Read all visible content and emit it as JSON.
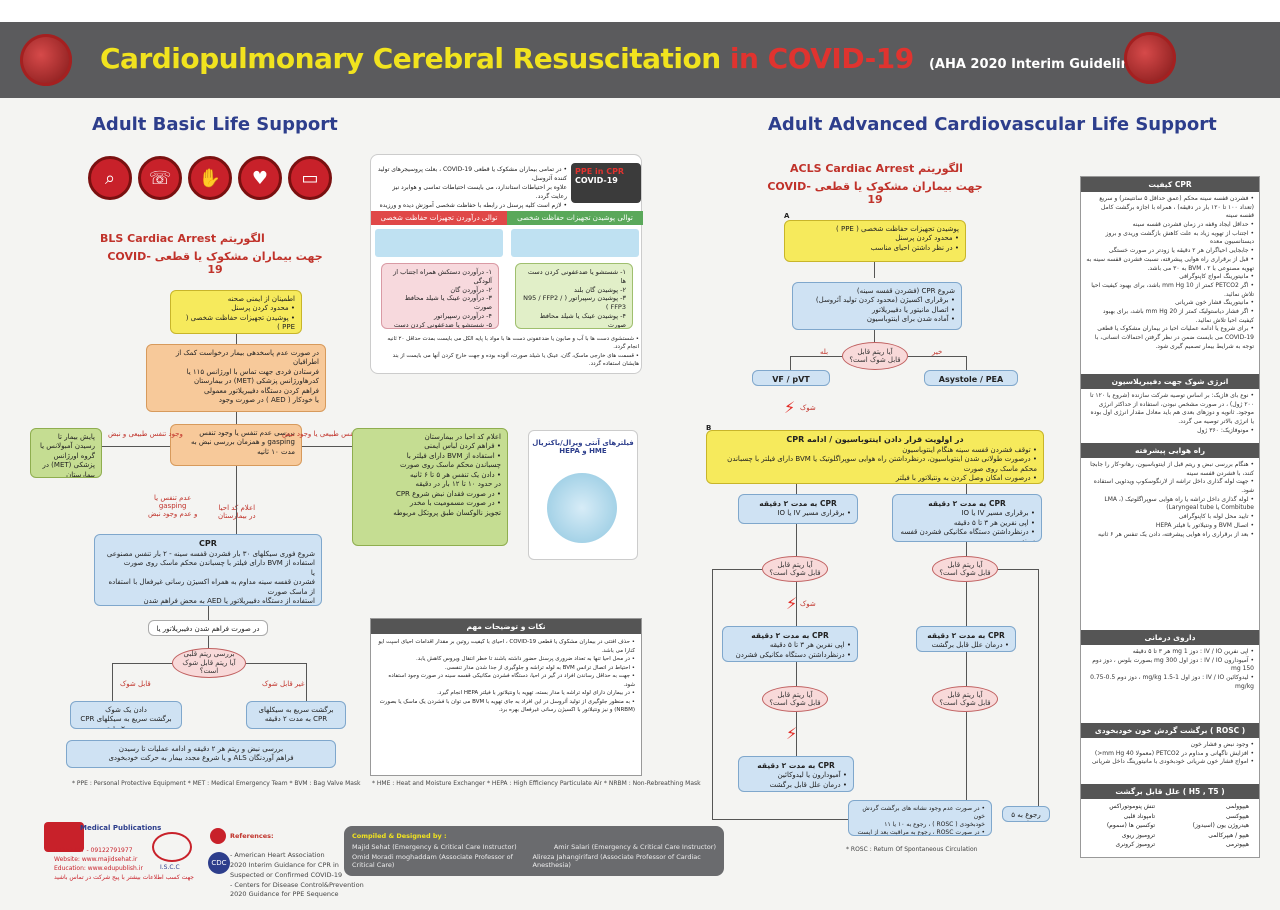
{
  "header": {
    "title_main": "Cardiopulmonary Cerebral Resuscitation",
    "title_in": "in COVID-19",
    "title_sub": "(AHA 2020 Interim Guidelines)"
  },
  "left": {
    "section_title": "Adult Basic Life Support",
    "algo_title_en": "BLS Cardiac Arrest",
    "algo_title_fa": "الگوریتم",
    "algo_sub_fa": "جهت بیماران مشکوک یا قطعی COVID-19",
    "box_safety": "اطمینان از ایمنی صحنه\n• محدود کردن پرسنل\n• پوشیدن تجهیزات حفاظت شخصی ( PPE )",
    "box_unresponsive": "در صورت عدم پاسخدهی بیمار درخواست کمک از اطرافیان\nفرستادن فردی جهت تماس با اورژانس ۱۱۵ یا کدرهاورژانس پزشکی (MET) در بیمارستان\nفراهم کردن دستگاه دفیبریلاتور معمولی\nیا خودکار ( AED ) در صورت وجود",
    "box_check": "بررسی عدم تنفس یا وجود تنفس gasping و همزمان بررسی نبض به مدت ۱۰ ثانیه",
    "box_left_normal": "پایش بیمار تا رسیدن آمبولانس یا گروه اورژانس پزشکی (MET) در بیمارستان",
    "label_normal": "وجود تنفس طبیعی و نبض",
    "label_no_normal": "عدم تنفس طبیعی یا وجود نبض",
    "box_right_pulse": "اعلام کد احیا در بیمارستان\n• فراهم کردن لباس ایمنی\n• استفاده از BVM دارای فیلتر با\nچسباندن محکم ماسک روی صورت\n• دادن یک تنفس هر ۵ تا ۶ ثانیه\nدر حدود ۱۰ تا ۱۲ بار در دقیقه\n• در صورت فقدان نبض شروع CPR\n• در صورت مسمومیت با مخدر\nتجویز نالوکسان طبق پروتکل مربوطه",
    "label_no_breath": "عدم تنفس یا\ngasping\nو عدم وجود نبض",
    "label_code": "اعلام کد احیا\nدر بیمارستان",
    "box_cpr_title": "CPR",
    "box_cpr": "شروع فوری سیکلهای ۳۰ بار فشردن قفسه سینه - ۲ بار تنفس مصنوعی\nاستفاده از BVM دارای فیلتر با چسباندن محکم ماسک روی صورت\nیا\nفشردن قفسه سینه مداوم به همراه اکسیژن رسانی غیرفعال با استفاده از ماسک صورت\nاستفاده از دستگاه دفیبریلاتور یا AED به محض فراهم شدن",
    "box_aed": "در صورت فراهم شدن دفیبریلاتور یا AED",
    "dd_rhythm": "بررسی ریتم قلبی\nآیا ریتم قابل شوک است؟",
    "label_shockable": "قابل شوک",
    "label_non_shockable": "غیر قابل شوک",
    "box_shock": "دادن یک شوک\nبرگشت سریع به سیکلهای CPR به مدت ۲ دقیقه",
    "box_noshock": "برگشت سریع به سیکلهای\nCPR به مدت ۲ دقیقه",
    "box_final": "بررسی نبض و ریتم هر ۲ دقیقه و ادامه عملیات تا رسیدن\nفراهم آوردنگان ALS و یا شروع مجدد بیمار به حرکت خودبخودی",
    "ppe_card_title": "PPE in CPR",
    "ppe_card_sub": "COVID-19",
    "ppe_notes": "• در تمامی بیماران مشکوک یا قطعی COVID-19 ، بعلت پروسیجرهای تولید کننده آئروسل،\nعلاوه بر احتیاطات استاندارد، می بایست احتیاطات تماسی و هوابرد نیز رعایت گردد.\n• لازم است کلیه پرسنل در رابطه با حفاظت شخصی آموزش دیده و ورزیده باشند.",
    "doff_title": "توالی درآوردن تجهیزات حفاظت شخصی",
    "don_title": "توالی پوشیدن تجهیزات حفاظت شخصی",
    "doff_list": "۱- درآوردن دستکش همراه اجتناب از آلودگی\n۲- درآوردن گان\n۳- درآوردن عینک یا شیلد محافظ صورت\n۴- درآوردن رسپیراتور\n۵- شستشو یا ضدعفونی کردن دست ها",
    "don_list": "۱- شستشو یا ضدعفونی کردن دست ها\n۲- پوشیدن گان بلند\n۳- پوشیدن رسپیراتور ( N95 / FFP2 / FFP3 )\n۴- پوشیدن عینک یا شیلد محافظ صورت\n۵- پوشیدن دستکش تا روی مچ گان",
    "ppe_footnote": "• شستشوی دست ها با آب و صابون یا ضدعفونی دست ها با مواد با پایه الکل می بایست بمدت حداقل ۲۰ ثانیه انجام گردد.\n• قسمت های خارجی ماسک، گان، عینک یا شیلد صورت، آلوده بوده و جهت خارج کردن آنها می بایست از بند هایشان استفاده گردد.",
    "filter_title": "فیلترهای آنتی ویرال/باکتریال",
    "filter_sub": "HEPA و HME",
    "notes_title": "نکات و توضیحات مهم",
    "notes": "• حذف افتتی در بیماران مشکوک یا قطعی COVID-19 ، احیای با کیفیت روتین بر مقدار اقدامات احیای اسپت ایو کنارا می باشد.\n• در محل احیا تنها به تعداد ضروری پرسنل حضور داشته باشند تا خطر انتقال ویروس کاهش یابد.\n• احتیاط در اتصال ترانس BVM به لوله تراشه و جلوگیری از جدا شدن مدار تنفسی.\n• جهت به حداقل رساندن افراد در گیر در احیا، دستگاه فشردن مکانیکی قفسه سینه در صورت وجود استفاده شود.\n• در بیماران دارای لوله تراشه یا مدار بسته، تهویه با ونتیلاتور با فیلتر HEPA انجام گیرد.\n• به منظور جلوگیری از تولید آئروسل در این افراد به جای تهویه با BVM می توان با فشردن یک ماسک یا بصورت (NRBM) و نیز ونتیلاتور با اکسیژن رسانی غیرفعال بهره برد.",
    "legend": "* PPE : Personal Protective Equipment      * MET : Medical Emergency Team      * BVM : Bag Valve Mask",
    "legend2": "* HME : Heat and Moisture Exchanger      * HEPA : High Efficiency Particulate Air      * NRBM : Non-Rebreathing Mask"
  },
  "right": {
    "section_title": "Adult Advanced Cardiovascular Life Support",
    "algo_title_en": "ACLS Cardiac Arrest",
    "algo_title_fa": "الگوریتم",
    "algo_sub_fa": "جهت بیماران مشکوک یا قطعی COVID-19",
    "step_a": "A",
    "box_ppe": "پوشیدن تجهیزات حفاظت شخصی ( PPE )\n• محدود کردن پرسنل\n• در نظر داشتن احیای مناسب",
    "box_start_cpr": "شروع CPR (فشردن قفسه سینه)\n• برقراری اکسیژن (محدود کردن تولید آئروسل)\n• اتصال مانیتور یا دفیبریلاتور\n• آماده شدن برای اینتوباسیون",
    "dd_shockable": "آیا ریتم قابل\nقابل شوک است؟",
    "label_yes": "بله",
    "label_no": "خیر",
    "vf": "VF / pVT",
    "asystole": "Asystole / PEA",
    "shock_label": "شوک",
    "step_b": "B",
    "box_cpr_b_title": "در اولویت قرار دادن اینتوباسیون / ادامه CPR",
    "box_cpr_b": "• توقف فشردن قفسه سینه هنگام اینتوباسیون\n• درصورت طولانی شدن اینتوباسیون، درنظرداشتن راه هوایی سوپراگلوتیک یا BVM دارای فیلتر با چسباندن محکم ماسک روی صورت\n• درصورت امکان وصل کردن به ونتیلاتور با فیلتر",
    "box_cpr2_title": "CPR به مدت ۲ دقیقه",
    "box_cpr2": "• برقراری مسیر IV یا IO",
    "box_cpr10_title": "CPR به مدت ۲ دقیقه",
    "box_cpr10": "• برقراری مسیر IV یا IO\n• اپی نفرین هر ۳ تا ۵ دقیقه\n• درنظرداشتن دستگاه مکانیکی فشردن قفسه سینه",
    "box_cpr6_title": "CPR به مدت ۲ دقیقه",
    "box_cpr6": "• اپی نفرین هر ۳ تا ۵ دقیقه\n• درنظرداشتن دستگاه مکانیکی فشردن قفسه سینه",
    "box_cpr11_title": "CPR به مدت ۲ دقیقه",
    "box_cpr11": "• درمان علل قابل برگشت",
    "box_cpr8_title": "CPR به مدت ۲ دقیقه",
    "box_cpr8": "• آمیودارون یا لیدوکائین\n• درمان علل قابل برگشت",
    "box_12": "• در صورت عدم وجود نشانه های برگشت گردش خون\nخودبخودی ( ROSC ) ، رجوع به ۱۰ یا ۱۱\n• در صورت ROSC ، رجوع به مراقبت بعد از ایست قلبی",
    "box_return": "رجوع به ۵ یا ۷",
    "rosc_note": "* ROSC : Return Of Spontaneous Circulation"
  },
  "sidepanel": {
    "h1": "کیفیت CPR",
    "b1": "• فشردن قفسه سینه محکم (عمق حداقل ۵ سانتیمتر) و سریع (تعداد ۱۰۰ تا ۱۲۰ بار در دقیقه) ، همراه با اجازه برگشت کامل قفسه سینه\n• حداقل ایجاد وقفه در زمان فشردن قفسه سینه\n• اجتناب از تهویه زیاد به علت کاهش بازگشت وریدی و بروز دیستانسیون معده\n• جابجایی احیاگران هر ۲ دقیقه یا زودتر در صورت خستگی\n• قبل از برقراری راه هوایی پیشرفته، نسبت فشردن قفسه سینه به تهویه مصنوعی با BVM ، ۲ به ۳۰ می باشد.\n• مانیتورینگ امواج کاپنوگرافی\n• اگر PETCO2 کمتر از 10 mm Hg باشد، برای بهبود کیفیت احیا تلاش نمائید.\n• مانیتورینگ فشار خون شریانی\n• اگر فشار دیاستولیک کمتر از 20 mm Hg باشد، برای بهبود کیفیت احیا تلاش نمائید.\n• برای شروع یا ادامه عملیات احیا در بیماران مشکوک یا قطعی COVID-19 می بایست ضمن در نظر گرفتن احتمالات انسانی، با توجه به شرایط بیمار تصمیم گیری شود.",
    "h2": "انرژی شوک جهت دفیبریلاسیون",
    "b2": "• نوع بای فازیک: بر اساس توصیه شرکت سازنده (شروع با ۱۲۰ تا ۲۰۰ ژول) ، در صورت مشخص نبودن، استفاده از حداکثر انرژی موجود. ثانویه و دوزهای بعدی هم باید معادل مقدار انرژی اول بوده یا انرژی بالاتر توصیه می گردد.\n• مونوفازیک: ۳۶۰ ژول",
    "h3": "راه هوایی پیشرفته",
    "b3": "• هنگام بررسی نبض و ریتم قبل از اینتوباسیون، رهانو-کار را جابجا کنند، با فشردن قفسه سینه\n• جهت لوله گذاری داخل تراشه از لارنگوسکوپ ویدئویی استفاده شود.\n• لوله گذاری داخل تراشه یا راه هوایی سوپراگلوتیک (LMA ، Combitube یا Laryngeal tube)\n• تایید محل لوله با کاپنوگرافی\n• اتصال BVM و ونتیلاتور با فیلتر HEPA\n• بعد از برقراری راه هوایی پیشرفته، دادن یک تنفس هر ۶ ثانیه",
    "h4": "داروی درمانی",
    "b4": "• اپی نفرین IV / IO : دوز 1 mg هر ۳ تا ۵ دقیقه\n• آمیودارون IV / IO : دوز اول 300 mg بصورت بلوس ، دوز دوم 150 mg\n• لیدوکائین IV / IO : دوز اول 1-1.5 mg/kg ، دوز دوم 0.5-0.75 mg/kg",
    "h5": "برگشت گردش خون خودبخودی ( ROSC )",
    "b5": "• وجود نبض و فشار خون\n• افزایش ناگهانی و مداوم در PETCO2 (معمولا 40 mm Hg<)\n• امواج فشار خون شریانی خودبخودی با مانیتورینگ داخل شریانی",
    "h6": "علل قابل برگشت ( H5 , T5 )",
    "causes_h": "هیپوولمی\nهیپوکسی\nهیدروژن یون (اسیدوز)\nهیپو / هیپرکالمی\nهیپوترمی",
    "causes_t": "تنش پنوموتوراکس\nتامپوناد قلبی\nتوکسین ها (سموم)\nترومبوز ریوی\nترومبوز کرونری"
  },
  "footer": {
    "publisher": "Medical Publications",
    "phone": "77252327 - 09122791977",
    "website": "Website: www.majidsehat.ir",
    "education": "Education: www.edupublish.ir",
    "fa_note": "جهت کسب اطلاعات بیشتر با پیج شرکت در تماس باشید",
    "refs_title": "References:",
    "refs": "- American Heart Association\n2020 Interim Guidance for CPR in\nSuspected or Confirmed COVID-19\n- Centers for Disease Control&Prevention\n2020 Guidance for PPE Sequence",
    "compiled_title": "Compiled & Designed by :",
    "p1": "Majid Sehat (Emergency & Critical Care Instructor)",
    "p2": "Amir Salari (Emergency & Critical Care Instructor)",
    "p3": "Omid Moradi moghaddam (Associate Professor of Critical Care)",
    "p4": "Alireza Jahangirifard (Associate Professor of Cardiac Anesthesia)",
    "logo_issa": "I.S.C.C",
    "logo_cdc": "CDC"
  }
}
